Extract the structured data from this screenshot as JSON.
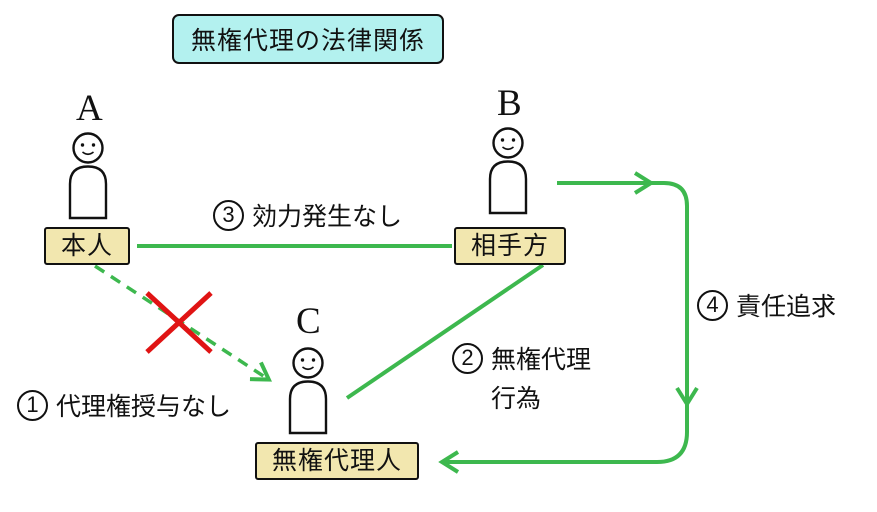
{
  "title": "無権代理の法律関係",
  "actors": {
    "a": {
      "letter": "A",
      "role": "本人"
    },
    "b": {
      "letter": "B",
      "role": "相手方"
    },
    "c": {
      "letter": "C",
      "role": "無権代理人"
    }
  },
  "labels": {
    "r1": {
      "num": "1",
      "text": "代理権授与なし"
    },
    "r2": {
      "num": "2",
      "line1": "無権代理",
      "line2": "行為"
    },
    "r3": {
      "num": "3",
      "text": "効力発生なし"
    },
    "r4": {
      "num": "4",
      "text": "責任追求"
    }
  },
  "colors": {
    "green": "#3db84e",
    "red": "#e01414",
    "title_bg": "#b3f1ef",
    "role_bg": "#f2e7af"
  }
}
